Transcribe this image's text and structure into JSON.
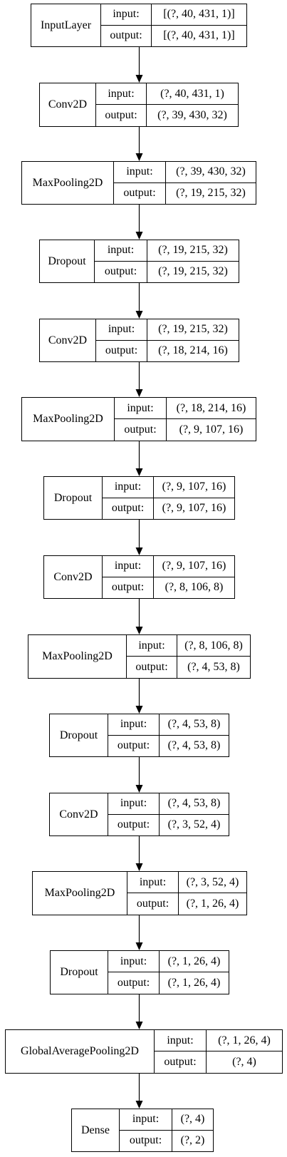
{
  "diagram": {
    "nodes": [
      {
        "id": "n1",
        "name": "InputLayer",
        "input_label": "input:",
        "output_label": "output:",
        "input": "[(?, 40, 431, 1)]",
        "output": "[(?, 40, 431, 1)]"
      },
      {
        "id": "n2",
        "name": "Conv2D",
        "input_label": "input:",
        "output_label": "output:",
        "input": "(?, 40, 431, 1)",
        "output": "(?, 39, 430, 32)"
      },
      {
        "id": "n3",
        "name": "MaxPooling2D",
        "input_label": "input:",
        "output_label": "output:",
        "input": "(?, 39, 430, 32)",
        "output": "(?, 19, 215, 32)"
      },
      {
        "id": "n4",
        "name": "Dropout",
        "input_label": "input:",
        "output_label": "output:",
        "input": "(?, 19, 215, 32)",
        "output": "(?, 19, 215, 32)"
      },
      {
        "id": "n5",
        "name": "Conv2D",
        "input_label": "input:",
        "output_label": "output:",
        "input": "(?, 19, 215, 32)",
        "output": "(?, 18, 214, 16)"
      },
      {
        "id": "n6",
        "name": "MaxPooling2D",
        "input_label": "input:",
        "output_label": "output:",
        "input": "(?, 18, 214, 16)",
        "output": "(?, 9, 107, 16)"
      },
      {
        "id": "n7",
        "name": "Dropout",
        "input_label": "input:",
        "output_label": "output:",
        "input": "(?, 9, 107, 16)",
        "output": "(?, 9, 107, 16)"
      },
      {
        "id": "n8",
        "name": "Conv2D",
        "input_label": "input:",
        "output_label": "output:",
        "input": "(?, 9, 107, 16)",
        "output": "(?, 8, 106, 8)"
      },
      {
        "id": "n9",
        "name": "MaxPooling2D",
        "input_label": "input:",
        "output_label": "output:",
        "input": "(?, 8, 106, 8)",
        "output": "(?, 4, 53, 8)"
      },
      {
        "id": "n10",
        "name": "Dropout",
        "input_label": "input:",
        "output_label": "output:",
        "input": "(?, 4, 53, 8)",
        "output": "(?, 4, 53, 8)"
      },
      {
        "id": "n11",
        "name": "Conv2D",
        "input_label": "input:",
        "output_label": "output:",
        "input": "(?, 4, 53, 8)",
        "output": "(?, 3, 52, 4)"
      },
      {
        "id": "n12",
        "name": "MaxPooling2D",
        "input_label": "input:",
        "output_label": "output:",
        "input": "(?, 3, 52, 4)",
        "output": "(?, 1, 26, 4)"
      },
      {
        "id": "n13",
        "name": "Dropout",
        "input_label": "input:",
        "output_label": "output:",
        "input": "(?, 1, 26, 4)",
        "output": "(?, 1, 26, 4)"
      },
      {
        "id": "n14",
        "name": "GlobalAveragePooling2D",
        "input_label": "input:",
        "output_label": "output:",
        "input": "(?, 1, 26, 4)",
        "output": "(?, 4)"
      },
      {
        "id": "n15",
        "name": "Dense",
        "input_label": "input:",
        "output_label": "output:",
        "input": "(?, 4)",
        "output": "(?, 2)"
      }
    ],
    "edges": [
      [
        "n1",
        "n2"
      ],
      [
        "n2",
        "n3"
      ],
      [
        "n3",
        "n4"
      ],
      [
        "n4",
        "n5"
      ],
      [
        "n5",
        "n6"
      ],
      [
        "n6",
        "n7"
      ],
      [
        "n7",
        "n8"
      ],
      [
        "n8",
        "n9"
      ],
      [
        "n9",
        "n10"
      ],
      [
        "n10",
        "n11"
      ],
      [
        "n11",
        "n12"
      ],
      [
        "n12",
        "n13"
      ],
      [
        "n13",
        "n14"
      ],
      [
        "n14",
        "n15"
      ]
    ],
    "line_color": "#000000",
    "background_color": "#ffffff"
  }
}
